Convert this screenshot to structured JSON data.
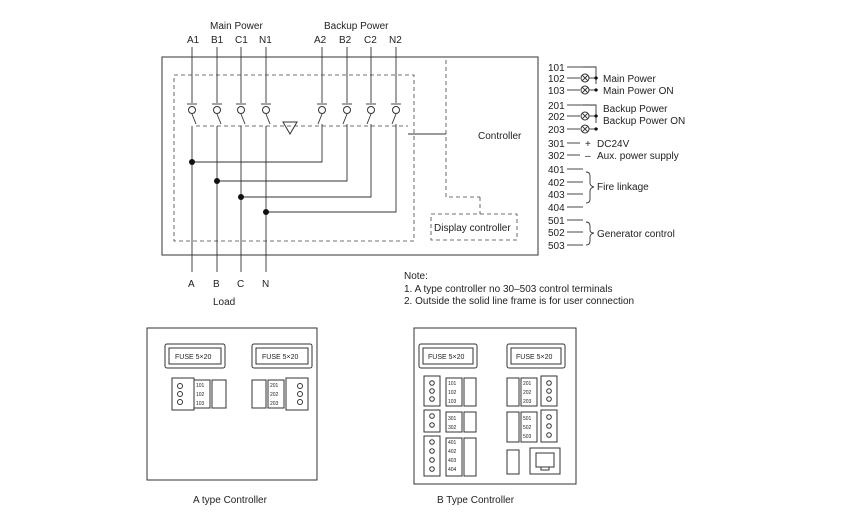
{
  "diagram": {
    "main_power_label": "Main Power",
    "backup_power_label": "Backup Power",
    "main_phases": [
      "A1",
      "B1",
      "C1",
      "N1"
    ],
    "backup_phases": [
      "A2",
      "B2",
      "C2",
      "N2"
    ],
    "load_phases": [
      "A",
      "B",
      "C",
      "N"
    ],
    "load_label": "Load",
    "controller_label": "Controller",
    "display_controller_label": "Display controller",
    "terminals": [
      "101",
      "102",
      "103",
      "201",
      "202",
      "203",
      "301",
      "302",
      "401",
      "402",
      "403",
      "404",
      "501",
      "502",
      "503"
    ],
    "plus_sign": "+",
    "minus_sign": "–",
    "main_power_text": "Main Power",
    "main_power_on_text": "Main Power ON",
    "backup_power_text": "Backup Power",
    "backup_power_on_text": "Backup Power ON",
    "dc24v_text": "DC24V",
    "aux_power_text": "Aux. power supply",
    "fire_linkage_text": "Fire linkage",
    "generator_control_text": "Generator control",
    "note_title": "Note:",
    "note_1": "1. A type controller no 30–503 control terminals",
    "note_2": "2. Outside the solid line frame is for user connection"
  },
  "controllers": {
    "fuse_label": "FUSE 5×20",
    "a_type_caption": "A type Controller",
    "b_type_caption": "B Type Controller"
  }
}
